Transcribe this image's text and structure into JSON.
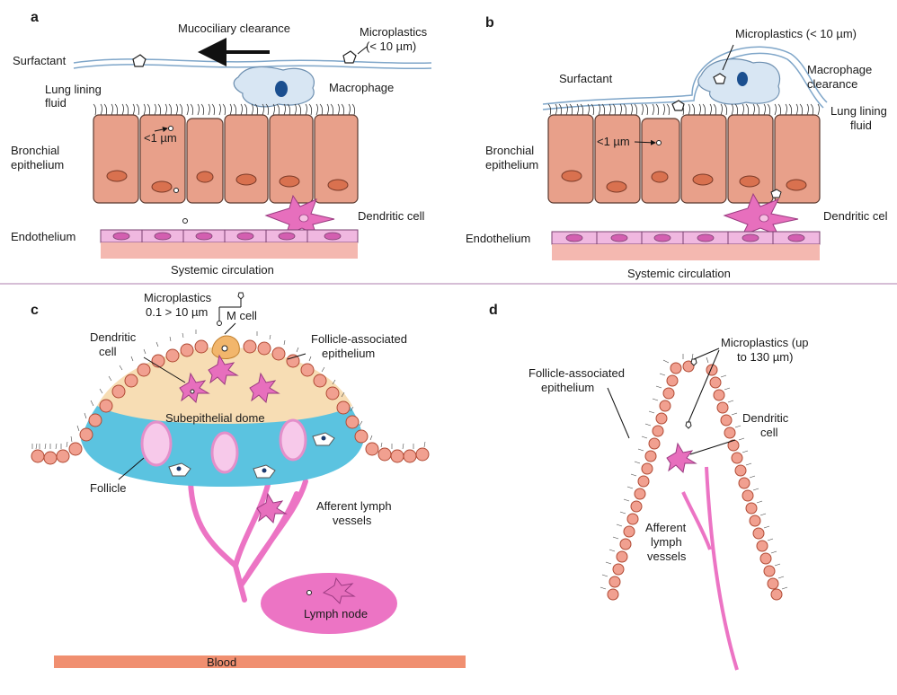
{
  "panels": {
    "a": {
      "letter": "a",
      "mucociliary": "Mucociliary clearance",
      "microplastics_1": "Microplastics",
      "microplastics_2": "(< 10 µm)",
      "surfactant": "Surfactant",
      "macrophage": "Macrophage",
      "lung_lining_1": "Lung lining",
      "lung_lining_2": "fluid",
      "size_small": "<1 µm",
      "bronchial_1": "Bronchial",
      "bronchial_2": "epithelium",
      "dendritic": "Dendritic cell",
      "endothelium": "Endothelium",
      "systemic": "Systemic circulation"
    },
    "b": {
      "letter": "b",
      "microplastics": "Microplastics (< 10 µm)",
      "surfactant": "Surfactant",
      "macrophage_1": "Macrophage",
      "macrophage_2": "clearance",
      "lung_lining_1": "Lung lining",
      "lung_lining_2": "fluid",
      "size_small": "<1 µm",
      "bronchial_1": "Bronchial",
      "bronchial_2": "epithelium",
      "dendritic": "Dendritic cel",
      "endothelium": "Endothelium",
      "systemic": "Systemic circulation"
    },
    "c": {
      "letter": "c",
      "microplastics_1": "Microplastics",
      "microplastics_2": "0.1 > 10 µm",
      "mcell": "M cell",
      "dendritic_1": "Dendritic",
      "dendritic_2": "cell",
      "fae_1": "Follicle-associated",
      "fae_2": "epithelium",
      "dome": "Subepithelial dome",
      "follicle": "Follicle",
      "afferent_1": "Afferent lymph",
      "afferent_2": "vessels",
      "lymph_node": "Lymph node",
      "blood": "Blood"
    },
    "d": {
      "letter": "d",
      "microplastics_1": "Microplastics (up",
      "microplastics_2": "to 130 µm)",
      "fae_1": "Follicle-associated",
      "fae_2": "epithelium",
      "dendritic_1": "Dendritic",
      "dendritic_2": "cell",
      "afferent_1": "Afferent",
      "afferent_2": "lymph",
      "afferent_3": "vessels"
    }
  },
  "colors": {
    "epithelium_fill": "#e8a08a",
    "nucleus_fill": "#d9714f",
    "endothelium_fill": "#f0b8e0",
    "circulation_fill": "#f4b8b0",
    "macrophage_fill": "#d8e6f3",
    "macrophage_nucleus": "#1b4f8f",
    "dendritic_fill": "#e76fbd",
    "dome_fill": "#f7ddb4",
    "follicle_fill": "#5bc3e0",
    "lymph_fill": "#ec74c4",
    "blood_fill": "#f08f70",
    "divider": "#c9a9c9"
  }
}
